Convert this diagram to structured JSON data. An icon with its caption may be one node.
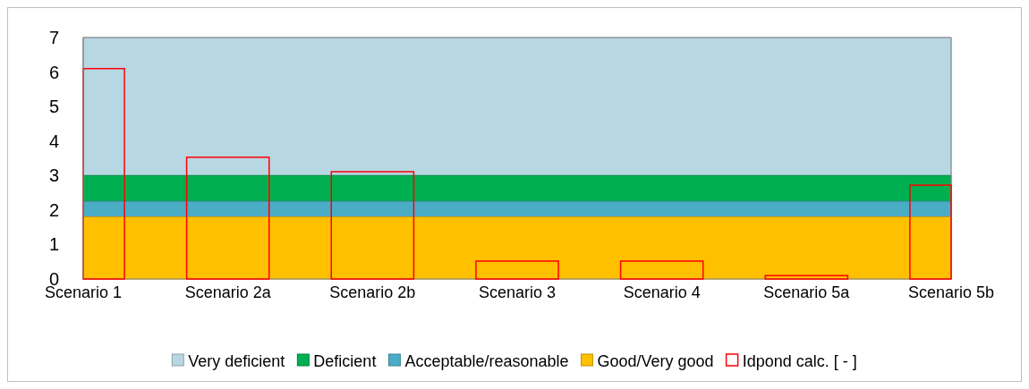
{
  "diagram": {
    "chart_data": {
      "type": "area",
      "stacked": false,
      "categories": [
        "Scenario 1",
        "Scenario 2a",
        "Scenario 2b",
        "Scenario 3",
        "Scenario 4",
        "Scenario 5a",
        "Scenario 5b"
      ],
      "ylim": [
        0,
        7
      ],
      "yticks": [
        0,
        1,
        2,
        3,
        4,
        5,
        6,
        7
      ],
      "series": [
        {
          "color": "#b7d7e3",
          "values": [
            7,
            7,
            7,
            7,
            7,
            7,
            7
          ]
        },
        {
          "color": "#00b050",
          "values": [
            3,
            3,
            3,
            3,
            3,
            3,
            3
          ]
        },
        {
          "color": "#4bacc6",
          "values": [
            2.25,
            2.25,
            2.25,
            2.25,
            2.25,
            2.25,
            2.25
          ]
        },
        {
          "color": "#ffc000",
          "values": [
            1.8,
            1.8,
            1.8,
            1.8,
            1.8,
            1.8,
            1.8
          ]
        },
        {
          "color": "#ff0000",
          "type": "bar",
          "values": [
            6.1,
            3.53,
            3.11,
            0.52,
            0.52,
            0.1,
            2.72
          ]
        }
      ]
    },
    "legend": [
      {
        "text": "Very deficient",
        "color": "#b7d7e3"
      },
      {
        "text": "Deficient",
        "color": "#00b050"
      },
      {
        "text": "Acceptable/reasonable",
        "color": "#4bacc6"
      },
      {
        "text": "Good/Very good",
        "color": "#ffc000"
      },
      {
        "text": "Idpond calc. [ - ]"
      }
    ]
  }
}
